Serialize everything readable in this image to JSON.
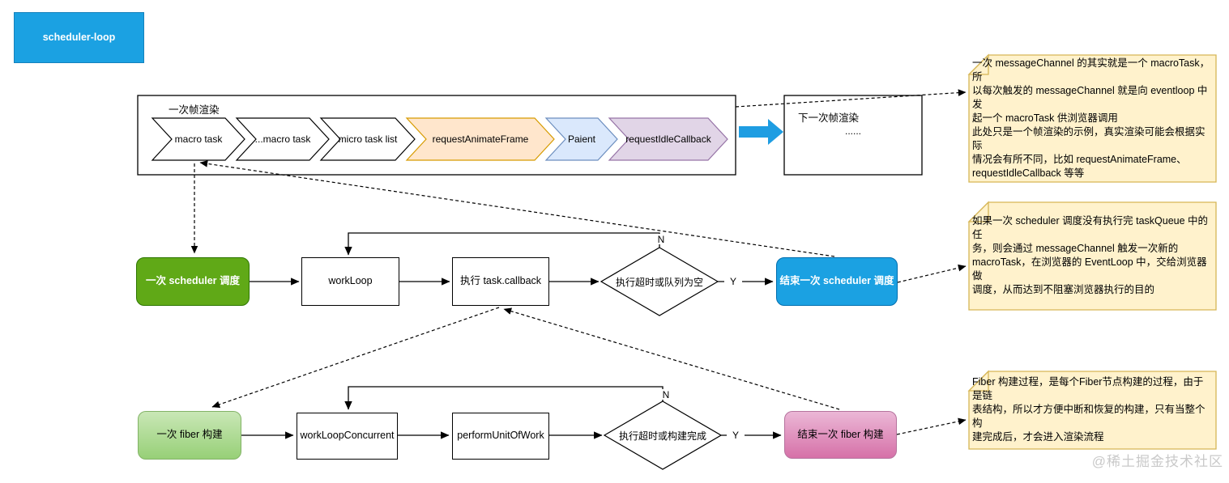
{
  "title_box": {
    "label": "scheduler-loop"
  },
  "frame": {
    "label": "一次帧渲染"
  },
  "chevrons": [
    {
      "label": "macro task"
    },
    {
      "label": "...macro task"
    },
    {
      "label": "micro task list"
    },
    {
      "label": "requestAnimateFrame"
    },
    {
      "label": "Paient"
    },
    {
      "label": "requestIdleCallback"
    }
  ],
  "next_frame": {
    "label": "下一次帧渲染",
    "dots": "......"
  },
  "scheduler_row": {
    "start": "一次 scheduler 调度",
    "step1": "workLoop",
    "step2": "执行 task.callback",
    "decision": "执行超时或队列为空",
    "end": "结束一次 scheduler  调度",
    "yes": "Y",
    "no": "N"
  },
  "fiber_row": {
    "start": "一次 fiber 构建",
    "step1": "workLoopConcurrent",
    "step2": "performUnitOfWork",
    "decision": "执行超时或构建完成",
    "end": "结束一次 fiber 构建",
    "yes": "Y",
    "no": "N"
  },
  "notes": [
    {
      "text": "一次 messageChannel 的其实就是一个 macroTask，所\n以每次触发的 messageChannel 就是向 eventloop 中发\n起一个 macroTask 供浏览器调用\n此处只是一个帧渲染的示例，真实渲染可能会根据实际\n情况会有所不同，比如 requestAnimateFrame、\nrequestIdleCallback 等等"
    },
    {
      "text": "如果一次 scheduler 调度没有执行完 taskQueue 中的任\n务，则会通过 messageChannel 触发一次新的\nmacroTask，在浏览器的 EventLoop 中，交给浏览器做\n调度，从而达到不阻塞浏览器执行的目的"
    },
    {
      "text": "Fiber 构建过程，是每个Fiber节点构建的过程，由于是链\n表结构，所以才方便中断和恢复的构建，只有当整个构\n建完成后，才会进入渲染流程"
    }
  ],
  "watermark": "@稀土掘金技术社区",
  "colors": {
    "accent_blue": "#1BA1E2",
    "green": "#60A917",
    "light_green_top": "#C9E7B6",
    "light_green_bottom": "#97D077",
    "pink_top": "#EBB7D6",
    "pink_bottom": "#D671A8",
    "note_fill": "#FFF2CC",
    "note_border": "#D6B656",
    "chevron_orange_fill": "#FFE6CC",
    "chevron_orange_border": "#D79B00",
    "chevron_blue_fill": "#DAE8FC",
    "chevron_blue_border": "#6C8EBF",
    "chevron_purple_fill": "#E1D5E7",
    "chevron_purple_border": "#9673A6",
    "watermark_gray": "#C9C9C9"
  }
}
